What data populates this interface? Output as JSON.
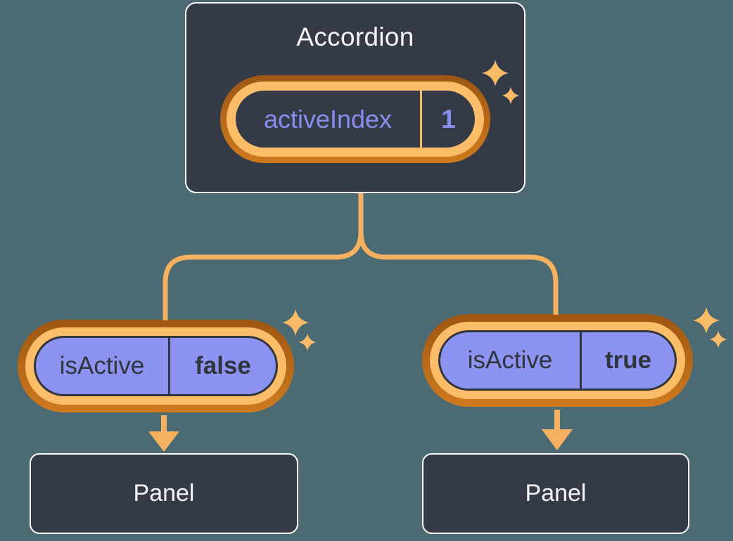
{
  "diagram": {
    "type": "react-component-tree",
    "description": "Accordion parent component holding state, passing isActive props to two Panel children"
  },
  "colors": {
    "background": "#4B6A72",
    "box-fill": "#343B47",
    "box-border": "#FFFFFF",
    "text-light": "#F4F5F7",
    "purple-fill": "#8C93F0",
    "purple-text": "#878EF0",
    "dark-text": "#30353D",
    "ring-light": "#FBBD67",
    "ring-dark-1": "#9E5612",
    "ring-dark-2": "#CE7A1F",
    "connector": "#F6B160",
    "sparkle": "#F8BC68"
  },
  "accordion": {
    "title": "Accordion",
    "state": {
      "label": "activeIndex",
      "value": "1"
    }
  },
  "children": [
    {
      "prop_label": "isActive",
      "prop_value": "false",
      "panel_label": "Panel"
    },
    {
      "prop_label": "isActive",
      "prop_value": "true",
      "panel_label": "Panel"
    }
  ],
  "icons": {
    "sparkle": "✦"
  }
}
